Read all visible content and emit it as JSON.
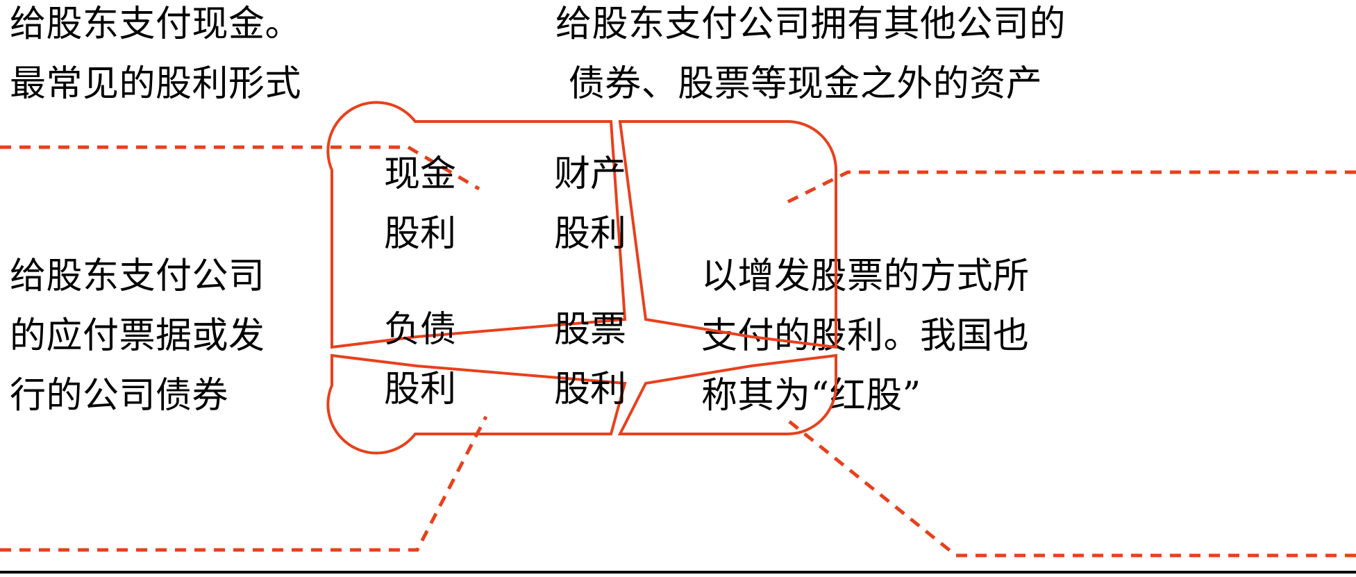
{
  "colors": {
    "accent": "#E8401C",
    "text": "#000000",
    "background": "#FFFFFF"
  },
  "text_blocks": {
    "top_left": {
      "lines": [
        "给股东支付现金。",
        "最常见的股利形式"
      ]
    },
    "top_right": {
      "lines": [
        "给股东支付公司拥有其他公司的",
        "债券、股票等现金之外的资产"
      ]
    },
    "bottom_left": {
      "lines": [
        "给股东支付公司",
        "的应付票据或发",
        "行的公司债券"
      ]
    },
    "bottom_right": {
      "lines": [
        "以增发股票的方式所",
        "支付的股利。我国也",
        "称其为“红股”"
      ]
    }
  },
  "diagram": {
    "quadrants": [
      {
        "id": "cash",
        "lines": [
          "现金",
          "股利"
        ]
      },
      {
        "id": "property",
        "lines": [
          "财产",
          "股利"
        ]
      },
      {
        "id": "debt",
        "lines": [
          "负债",
          "股利"
        ]
      },
      {
        "id": "stock",
        "lines": [
          "股票",
          "股利"
        ]
      }
    ]
  }
}
